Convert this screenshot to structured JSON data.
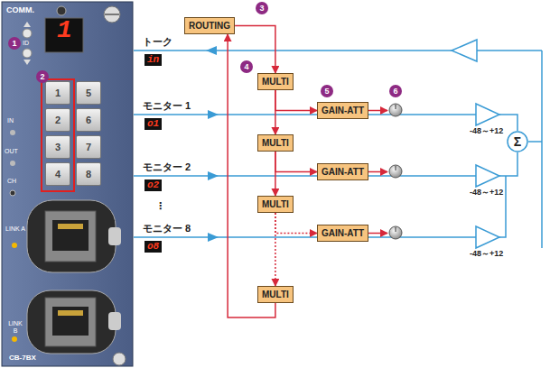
{
  "diagram": {
    "nodes": [
      {
        "text": [
          "COMM.",
          "CB-7BX"
        ]
      },
      {
        "text": [
          "1"
        ],
        "in": 0
      },
      {
        "text": [
          "2"
        ],
        "in": 0
      },
      {
        "text": [
          "3"
        ],
        "in": 0
      },
      {
        "text": [
          "4"
        ],
        "in": 0
      },
      {
        "text": [
          "5"
        ],
        "in": 0
      },
      {
        "text": [
          "6"
        ],
        "in": 0
      },
      {
        "text": [
          "7"
        ],
        "in": 0
      },
      {
        "text": [
          "8"
        ],
        "in": 0
      },
      {
        "text": [
          "ROUTING"
        ]
      },
      {
        "text": [
          "MULTI"
        ]
      },
      {
        "text": [
          "MULTI"
        ]
      },
      {
        "text": [
          "MULTI"
        ]
      },
      {
        "text": [
          "MULTI"
        ]
      },
      {
        "text": [
          "GAIN-ATT"
        ]
      },
      {
        "text": [
          "GAIN-ATT"
        ]
      },
      {
        "text": [
          "GAIN-ATT"
        ]
      },
      {
        "text": [
          "Σ"
        ]
      }
    ],
    "edges": [
      {
        "from": 9,
        "to": 10,
        "arrow": "to"
      },
      {
        "from": 10,
        "to": 11,
        "arrow": "to"
      },
      {
        "from": 11,
        "to": 12,
        "arrow": "to"
      },
      {
        "from": 12,
        "to": 13,
        "arrow": "to"
      },
      {
        "from": 10,
        "to": 14,
        "arrow": "to"
      },
      {
        "from": 11,
        "to": 15,
        "arrow": "to"
      },
      {
        "from": 12,
        "to": 16,
        "arrow": "to"
      },
      {
        "from": 13,
        "to": 9,
        "arrow": "to"
      }
    ],
    "labels": [
      "1",
      "ID",
      "IN",
      "OUT",
      "CH",
      "LINK A",
      "LINK B",
      "1",
      "2",
      "3",
      "4",
      "5",
      "6",
      "トーク",
      "in",
      "モニター 1",
      "o1",
      "モニター 2",
      "o2",
      "⋮",
      "モニター 8",
      "o8",
      "-48～+12",
      "-48～+12",
      "-48～+12"
    ]
  }
}
